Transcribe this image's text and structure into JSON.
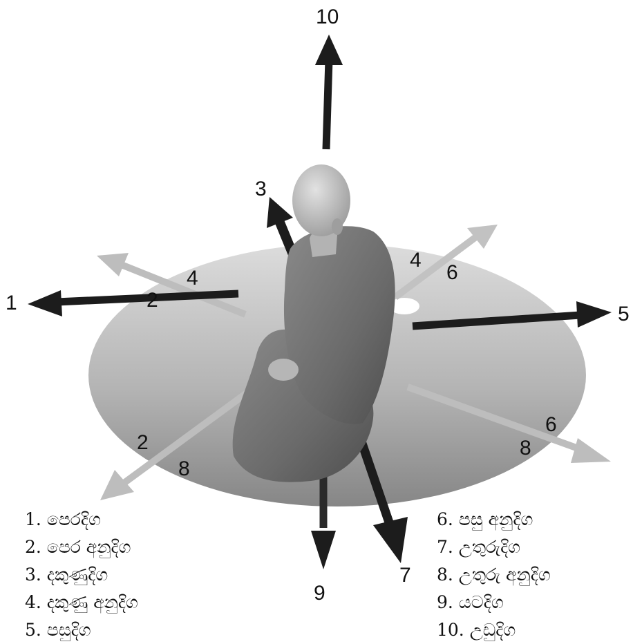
{
  "figure": {
    "labels": {
      "n1": "1",
      "n2a": "2",
      "n2b": "2",
      "n3": "3",
      "n4a": "4",
      "n4b": "4",
      "n5": "5",
      "n6a": "6",
      "n6b": "6",
      "n7": "7",
      "n8a": "8",
      "n8b": "8",
      "n9": "9",
      "n10": "10"
    },
    "colors": {
      "disc_light": "#d6d6d6",
      "disc_dark": "#8a8a8a",
      "arrow_dark": "#1a1a1a",
      "arrow_light": "#c8c8c8",
      "robe": "#6e6e6e",
      "skin": "#bdbdbd"
    }
  },
  "legend": {
    "left": [
      "1. පෙරදිග",
      "2. පෙර අනුදිග",
      "3. දකුණුදිග",
      "4. දකුණු අනුදිග",
      "5. පසුදිග"
    ],
    "right": [
      "6. පසු අනුදිග",
      "7. උතුරුදිග",
      "8. උතුරු අනුදිග",
      "9. යටදිග",
      "10. උඩුදිග"
    ]
  }
}
